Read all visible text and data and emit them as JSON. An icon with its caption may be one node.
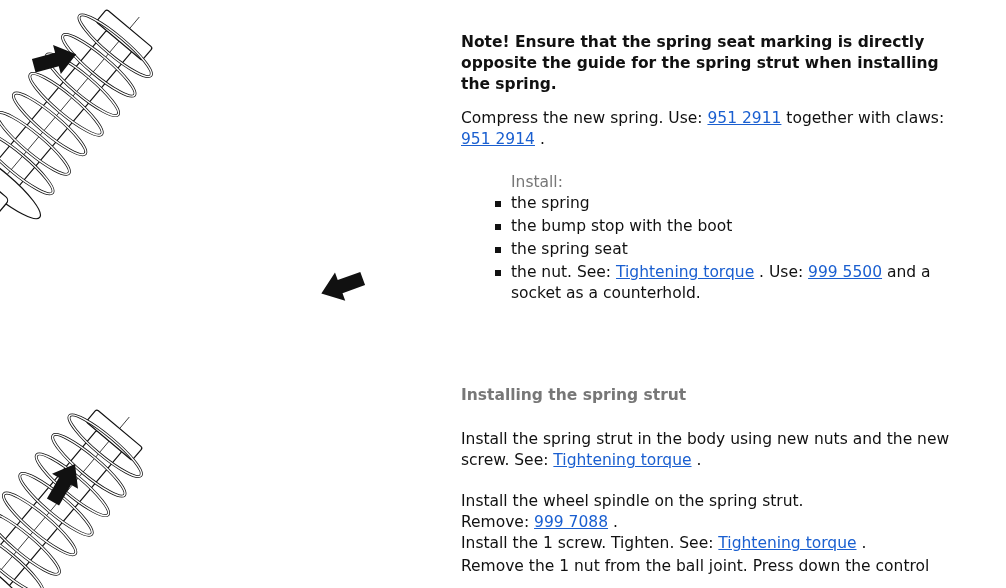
{
  "diagram": {
    "labels": [
      "Note! Ensure that the spring seat marking is directly opposite the guide for the spring strut when installing the spring.",
      "Compress the new spring. Use:",
      "951 2911",
      "together with claws:",
      "951 2914",
      ".",
      "Install:",
      "the spring",
      "the bump stop with the boot",
      "the spring seat",
      "the nut. See:",
      "Tightening torque",
      ". Use:",
      "999 5500",
      "and a socket as a counterhold.",
      "Installing the spring strut",
      "Install the spring strut in the body using new nuts and the new screw. See:",
      "Tightening torque",
      ".",
      "Install the wheel spindle on the spring strut.",
      "Remove:",
      "999 7088",
      ".",
      "Install the 1 screw. Tighten. See:",
      "Tightening torque",
      ".",
      "Remove the 1 nut from the ball joint. Press down the control"
    ]
  }
}
